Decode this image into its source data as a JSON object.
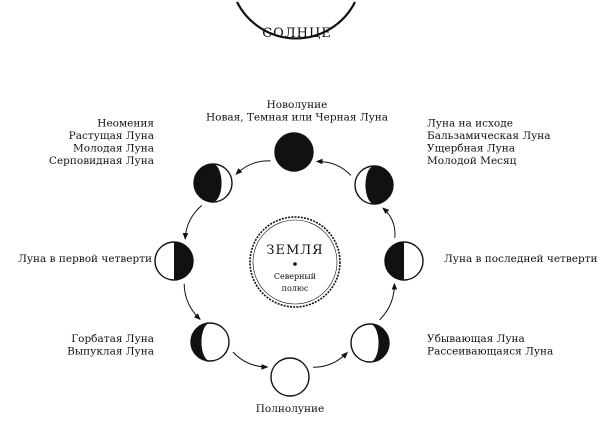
{
  "sun": {
    "label": "СОЛНЦЕ"
  },
  "earth": {
    "label": "ЗЕМЛЯ",
    "pole_line1": "Северный",
    "pole_line2": "полюс"
  },
  "phases": [
    {
      "id": "new",
      "illumination": "dark",
      "lines": [
        "Новолуние",
        "Новая, Темная или Черная Луна"
      ]
    },
    {
      "id": "waxing-crescent",
      "illumination": "right-crescent",
      "lines": [
        "Неомения",
        "Растущая Луна",
        "Молодая Луна",
        "Серповидная Луна"
      ]
    },
    {
      "id": "first-quarter",
      "illumination": "left-half",
      "lines": [
        "Луна в первой четверти"
      ]
    },
    {
      "id": "waxing-gibbous",
      "illumination": "left-gibbous",
      "lines": [
        "Горбатая Луна",
        "Выпуклая Луна"
      ]
    },
    {
      "id": "full",
      "illumination": "full",
      "lines": [
        "Полнолуние"
      ]
    },
    {
      "id": "waning-gibbous",
      "illumination": "right-gibbous",
      "lines": [
        "Убывающая Луна",
        "Рассеивающаяся Луна"
      ]
    },
    {
      "id": "last-quarter",
      "illumination": "right-half",
      "lines": [
        "Луна в последней четверти"
      ]
    },
    {
      "id": "waning-crescent",
      "illumination": "left-crescent",
      "lines": [
        "Луна на исходе",
        "Бальзамическая Луна",
        "Ущербная Луна",
        "Молодой Месяц"
      ]
    }
  ],
  "colors": {
    "ink": "#111111",
    "paper": "#ffffff"
  }
}
